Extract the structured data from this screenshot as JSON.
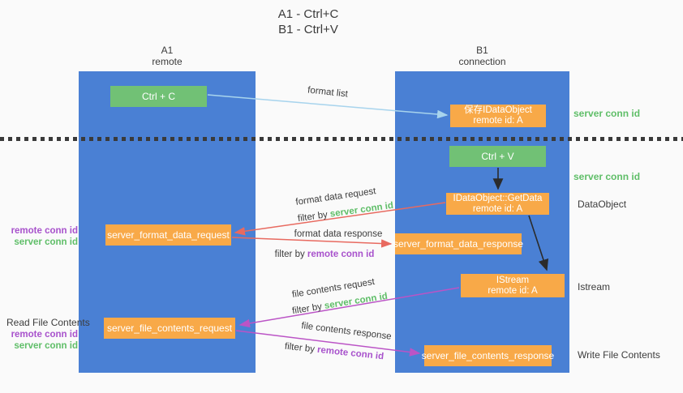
{
  "title": {
    "line1": "A1 - Ctrl+C",
    "line2": "B1 - Ctrl+V"
  },
  "columns": {
    "a": {
      "id": "A1",
      "subtitle": "remote"
    },
    "b": {
      "id": "B1",
      "subtitle": "connection"
    }
  },
  "nodes": {
    "ctrl_c": {
      "label": "Ctrl + C"
    },
    "ctrl_v": {
      "label": "Ctrl + V"
    },
    "save_dataobject": {
      "line1": "保存IDataObject",
      "line2": "remote id: A"
    },
    "getdata": {
      "line1": "IDataObject::GetData",
      "line2": "remote id: A"
    },
    "istream": {
      "line1": "IStream",
      "line2": "remote id: A"
    },
    "server_format_data_request": {
      "label": "server_format_data_request"
    },
    "server_format_data_response": {
      "label": "server_format_data_response"
    },
    "server_file_contents_request": {
      "label": "server_file_contents_request"
    },
    "server_file_contents_response": {
      "label": "server_file_contents_response"
    }
  },
  "edge_labels": {
    "format_list": "format list",
    "format_data_request": "format data request",
    "format_data_response": "format data response",
    "file_contents_request": "file contents request",
    "file_contents_response": "file contents response",
    "filter_by": "filter by ",
    "server_conn_id": "server conn id",
    "remote_conn_id": "remote conn id"
  },
  "side_labels": {
    "server_conn_id": "server conn id",
    "remote_conn_id": "remote conn id",
    "dataobject": "DataObject",
    "istream": "Istream",
    "read_file_contents": "Read File Contents",
    "write_file_contents": "Write File Contents"
  },
  "colors": {
    "lane_blue": "#4a80d4",
    "node_green": "#71c175",
    "node_orange": "#f8a948",
    "arrow_lightblue": "#a8d4ed",
    "arrow_red": "#e86a60",
    "arrow_magenta": "#bb54c6",
    "arrow_black": "#2b2b2b",
    "text_green": "#5fbe68",
    "text_purple": "#a852cc",
    "background": "#fafafa"
  }
}
